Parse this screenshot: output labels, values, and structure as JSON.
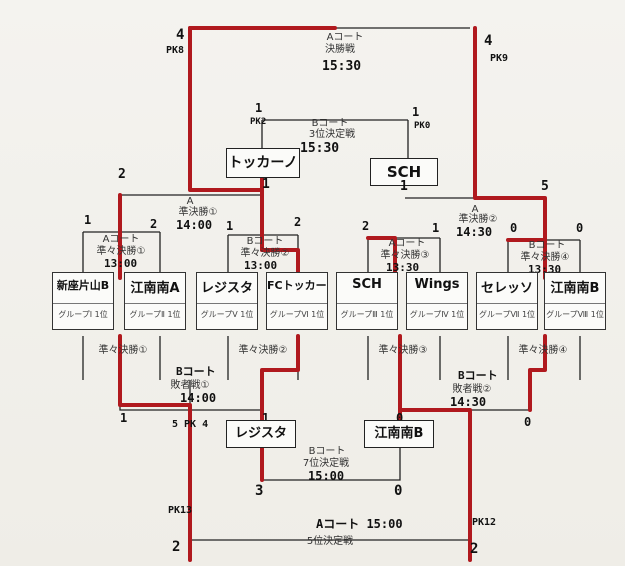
{
  "final": {
    "court": "Aコート",
    "title": "決勝戦",
    "time": "15:30",
    "score_left": "4",
    "pk_left": "PK8",
    "score_right": "4",
    "pk_right": "PK9"
  },
  "third": {
    "court": "Bコート",
    "title": "3位決定戦",
    "time": "15:30",
    "score_left": "1",
    "pk_left": "PK2",
    "score_right": "1",
    "pk_right": "PK0",
    "team_left": "トッカーノ",
    "team_right": "SCH"
  },
  "semi1": {
    "court": "A",
    "title": "準決勝①",
    "time": "14:00",
    "score_left": "2",
    "score_right": "1"
  },
  "semi2": {
    "court": "A",
    "title": "準決勝②",
    "time": "14:30",
    "score_left": "1",
    "score_right": "5"
  },
  "qf1": {
    "court": "Aコート",
    "title": "準々決勝①",
    "time": "13:00",
    "score_left": "1",
    "score_right": "2"
  },
  "qf2": {
    "court": "Bコート",
    "title": "準々決勝②",
    "time": "13:00",
    "score_left": "1",
    "score_right": "2"
  },
  "qf3": {
    "court": "Aコート",
    "title": "準々決勝③",
    "time": "13:30",
    "score_left": "2",
    "score_right": "1"
  },
  "qf4": {
    "court": "Bコート",
    "title": "準々決勝④",
    "time": "13:30",
    "score_left": "0",
    "score_right": "0"
  },
  "teams": [
    {
      "name": "新座片山B",
      "group": "グループⅠ 1位"
    },
    {
      "name": "江南南A",
      "group": "グループⅡ 1位"
    },
    {
      "name": "レジスタ",
      "group": "グループⅤ 1位"
    },
    {
      "name": "FCトッカーノ",
      "group": "グループⅥ 1位"
    },
    {
      "name": "SCH",
      "group": "グループⅢ 1位"
    },
    {
      "name": "Wings",
      "group": "グループⅣ 1位"
    },
    {
      "name": "セレッソ",
      "group": "グループⅦ 1位"
    },
    {
      "name": "江南南B",
      "group": "グループⅧ 1位"
    }
  ],
  "loser1": {
    "court": "Bコート",
    "title": "敗者戦①",
    "time": "14:00",
    "score_left": "1",
    "score_right": "1",
    "pk_mark": "5 PK 4"
  },
  "loser2": {
    "court": "Bコート",
    "title": "敗者戦②",
    "time": "14:30",
    "score_left": "0",
    "score_right": "0"
  },
  "seventh": {
    "court": "Bコート",
    "title": "7位決定戦",
    "time": "15:00",
    "team_left": "レジスタ",
    "team_right": "江南南B",
    "score_left": "3",
    "score_right": "0"
  },
  "fifth": {
    "court_time": "Aコート 15:00",
    "title": "5位決定戦",
    "pk_left": "PK13",
    "score_left": "2",
    "pk_right": "PK12",
    "score_right": "2"
  }
}
